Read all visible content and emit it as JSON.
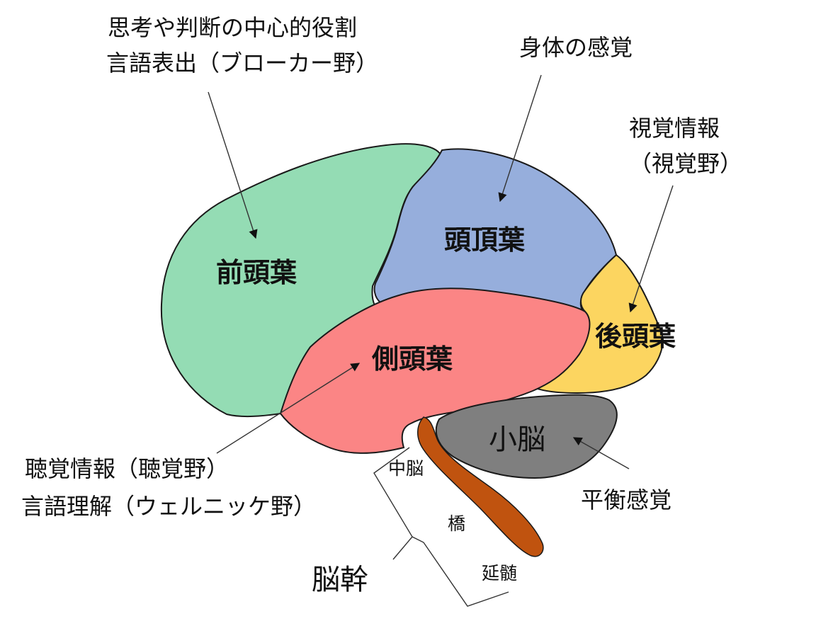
{
  "colors": {
    "frontal": "#94dcb4",
    "parietal": "#96aedc",
    "temporal": "#fb8585",
    "occipital": "#fcd560",
    "cerebellum": "#7f7f7f",
    "brainstem": "#c0530f"
  },
  "lobes": {
    "frontal": "前頭葉",
    "parietal": "頭頂葉",
    "temporal": "側頭葉",
    "occipital": "後頭葉",
    "cerebellum": "小脳"
  },
  "annotations": {
    "frontal_line1": "思考や判断の中心的役割",
    "frontal_line2": "言語表出（ブローカー野）",
    "parietal": "身体の感覚",
    "occipital_line1": "視覚情報",
    "occipital_line2": "（視覚野）",
    "temporal_line1": "聴覚情報（聴覚野）",
    "temporal_line2": "言語理解（ウェルニッケ野）",
    "cerebellum": "平衡感覚"
  },
  "brainstem": {
    "title": "脳幹",
    "parts": [
      "中脳",
      "橋",
      "延髄"
    ]
  }
}
